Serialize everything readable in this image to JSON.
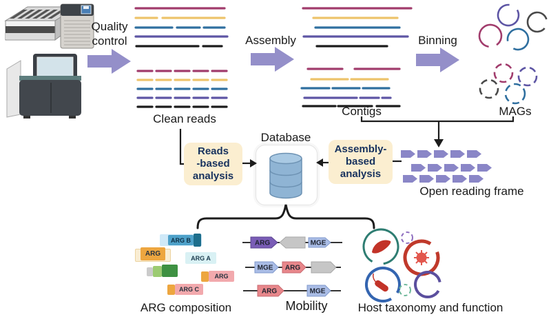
{
  "workflow": {
    "quality_control_line1": "Quality",
    "quality_control_line2": "control",
    "assembly": "Assembly",
    "binning": "Binning",
    "clean_reads": "Clean reads",
    "contigs": "Contigs",
    "mags": "MAGs",
    "database": "Database",
    "open_reading_frame": "Open reading frame"
  },
  "analysis": {
    "reads_based_line1": "Reads",
    "reads_based_line2": "-based",
    "reads_based_line3": "analysis",
    "assembly_based_line1": "Assembly-",
    "assembly_based_line2": "based",
    "assembly_based_line3": "analysis"
  },
  "outputs": {
    "arg_composition": "ARG composition",
    "mobility": "Mobility",
    "host_taxonomy": "Host taxonomy and function"
  },
  "arg_blocks": {
    "block_b": "ARG B",
    "block_orange": "ARG",
    "block_a": "ARG A",
    "block_pink": "ARG",
    "block_c": "ARG C"
  },
  "mobility_labels": {
    "row1_a": "ARG",
    "row1_b": "MGE",
    "row2_a": "MGE",
    "row2_b": "ARG",
    "row3_a": "ARG",
    "row3_b": "MGE"
  },
  "colors": {
    "arrow_purple": "#948fc9",
    "read_magenta": "#a13c6c",
    "read_yellow": "#edc36b",
    "read_blue": "#2f6f9f",
    "read_purple": "#5d55a4",
    "read_black": "#1c1c1c",
    "orf_purple": "#8a86c7",
    "analysis_box_bg": "#fbeed0",
    "analysis_box_text": "#17325e",
    "database_cylinder": "#8fb4d4",
    "mge_blue": "#aabde6",
    "arg_red": "#e8878b",
    "arg_purple_arrow": "#7a5db6"
  }
}
